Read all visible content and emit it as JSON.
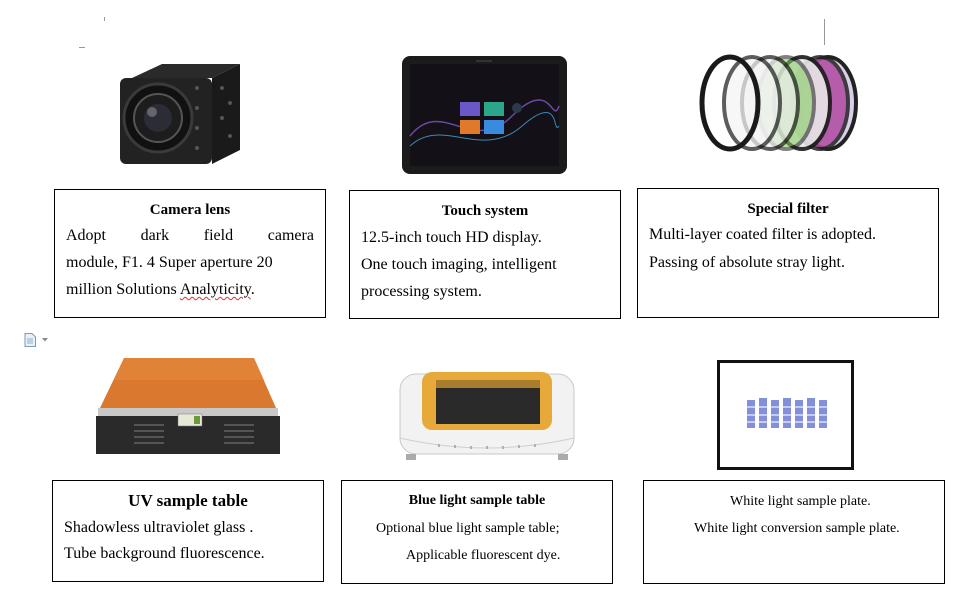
{
  "cards": [
    {
      "title": "Camera lens",
      "line1": [
        "Adopt",
        "dark",
        "field",
        "camera"
      ],
      "line2": "module, F1. 4 Super aperture 20",
      "line3_plain": "million Solutions ",
      "line3_marked": "Analyticity",
      "line3_end": "."
    },
    {
      "title": "Touch system",
      "line1": "12.5-inch touch HD display.",
      "line2": "One touch imaging, intelligent",
      "line3": "processing system."
    },
    {
      "title": "Special filter",
      "line1": "Multi-layer coated filter is adopted.",
      "line2": "Passing of absolute stray light."
    },
    {
      "title": "UV sample table",
      "line1": "Shadowless ultraviolet glass .",
      "line2": "Tube background fluorescence."
    },
    {
      "title": "Blue light sample table",
      "line1": "Optional blue light sample table;",
      "line2": "Applicable fluorescent dye."
    },
    {
      "line1": "White light sample plate.",
      "line2": "White light conversion sample plate."
    }
  ],
  "icons": {
    "doc": "document-icon",
    "dropdown": "dropdown-arrow-icon"
  },
  "colors": {
    "border": "#000000",
    "uv_top": "#d9782e",
    "blue_top": "#e7a93a",
    "squiggle": "#dd3333"
  }
}
